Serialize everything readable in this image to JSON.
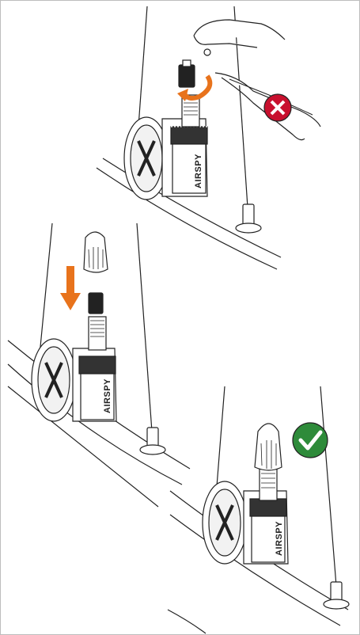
{
  "diagram": {
    "panels": [
      {
        "id": "step-1",
        "status": "wrong",
        "marker": "x-mark-icon",
        "marker_color": "#c8102e"
      },
      {
        "id": "step-2",
        "status": "action",
        "marker": "arrow-down-icon",
        "marker_color": "#e8731c"
      },
      {
        "id": "step-3",
        "status": "correct",
        "marker": "check-mark-icon",
        "marker_color": "#2e8b3a"
      }
    ],
    "device_label": "AIRSPY",
    "colors": {
      "accent_orange": "#e8731c",
      "wrong_red": "#c8102e",
      "correct_green": "#2e8b3a",
      "line": "#222222"
    }
  }
}
